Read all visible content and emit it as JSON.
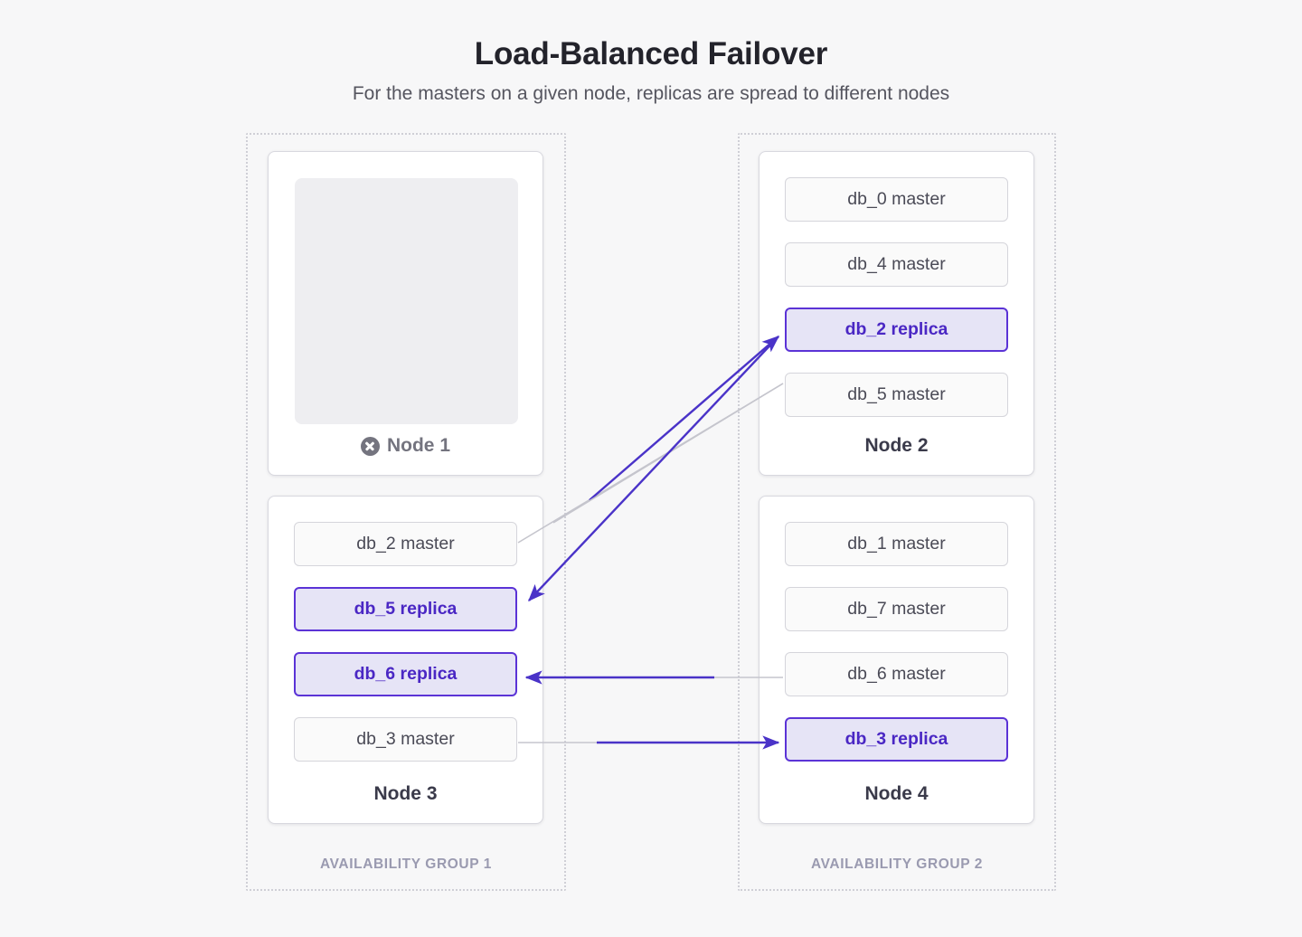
{
  "header": {
    "title": "Load-Balanced Failover",
    "subtitle": "For the masters on a given node, replicas are spread to different nodes"
  },
  "colors": {
    "background": "#f7f7f8",
    "replica_accent": "#5b33d6",
    "replica_fill": "#e6e4f6",
    "replica_text": "#4a27c4",
    "master_fill": "#fafafa",
    "master_border": "#d5d5db",
    "master_text": "#4a4a56",
    "group_border": "#cfcfd6",
    "group_label": "#9a9ab0",
    "arrow_purple": "#4a33c8",
    "arrow_gray": "#c5c5cd",
    "failed_gray": "#74747f",
    "placeholder_fill": "#eeeef1"
  },
  "groups": [
    {
      "id": "group-1",
      "label": "AVAILABILITY GROUP 1"
    },
    {
      "id": "group-2",
      "label": "AVAILABILITY GROUP 2"
    }
  ],
  "nodes": [
    {
      "id": "node-1",
      "label": "Node 1",
      "status": "failed",
      "status_icon": "x-circle-icon",
      "empty": true,
      "slots": []
    },
    {
      "id": "node-2",
      "label": "Node 2",
      "status": "healthy",
      "empty": false,
      "slots": [
        {
          "label": "db_0 master",
          "role": "master"
        },
        {
          "label": "db_4 master",
          "role": "master"
        },
        {
          "label": "db_2 replica",
          "role": "replica"
        },
        {
          "label": "db_5 master",
          "role": "master"
        }
      ]
    },
    {
      "id": "node-3",
      "label": "Node 3",
      "status": "healthy",
      "empty": false,
      "slots": [
        {
          "label": "db_2 master",
          "role": "master"
        },
        {
          "label": "db_5 replica",
          "role": "replica"
        },
        {
          "label": "db_6 replica",
          "role": "replica"
        },
        {
          "label": "db_3 master",
          "role": "master"
        }
      ]
    },
    {
      "id": "node-4",
      "label": "Node 4",
      "status": "healthy",
      "empty": false,
      "slots": [
        {
          "label": "db_1 master",
          "role": "master"
        },
        {
          "label": "db_7 master",
          "role": "master"
        },
        {
          "label": "db_6 master",
          "role": "master"
        },
        {
          "label": "db_3 replica",
          "role": "replica"
        }
      ]
    }
  ],
  "connections": [
    {
      "id": "db_2",
      "from": "node-3 db_2 master",
      "to": "node-2 db_2 replica",
      "direction": "up-right"
    },
    {
      "id": "db_5",
      "from": "node-2 db_5 master",
      "to": "node-3 db_5 replica",
      "direction": "down-left"
    },
    {
      "id": "db_6",
      "from": "node-4 db_6 master",
      "to": "node-3 db_6 replica",
      "direction": "left"
    },
    {
      "id": "db_3",
      "from": "node-3 db_3 master",
      "to": "node-4 db_3 replica",
      "direction": "right"
    }
  ]
}
